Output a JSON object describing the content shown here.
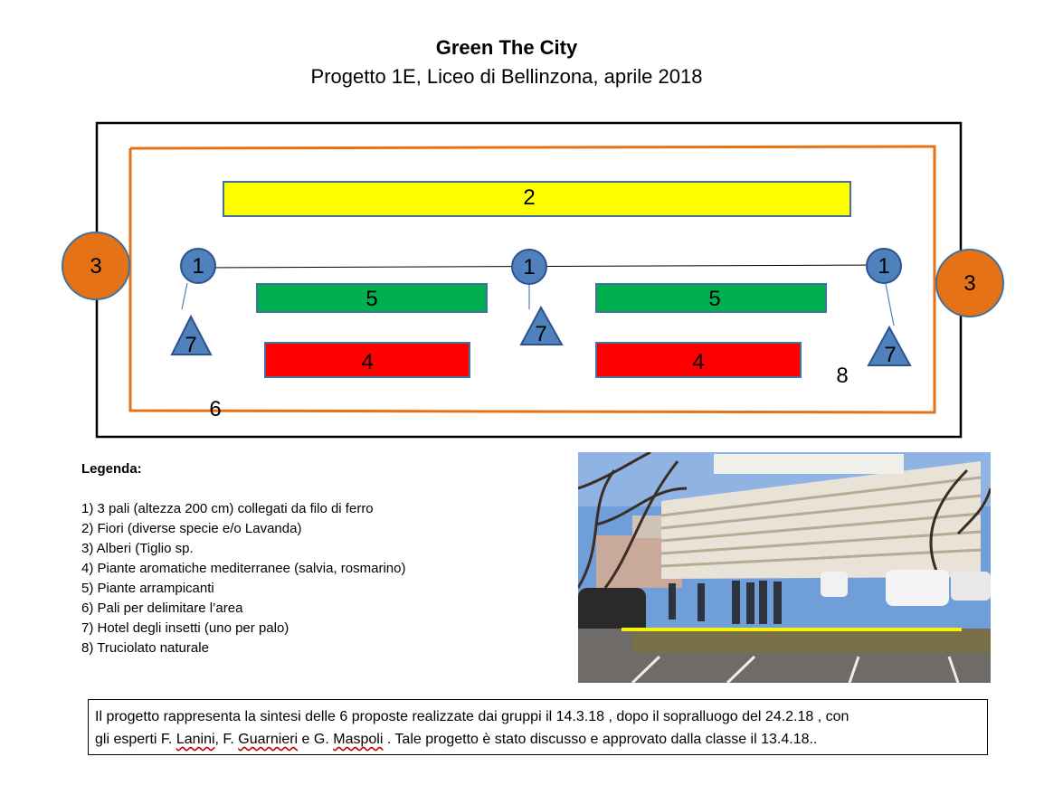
{
  "title": "Green The City",
  "subtitle": "Progetto 1E, Liceo di Bellinzona, aprile 2018",
  "plan": {
    "colors": {
      "border": "#000000",
      "area": "#e57216",
      "flowers": "#ffff00",
      "climbers": "#00b050",
      "aromatic": "#ff0000",
      "poles": "#4f81bd",
      "trees": "#e57216"
    },
    "labels": {
      "flowers": "2",
      "tree": "3",
      "pole": "1",
      "climbers": "5",
      "aromatic": "4",
      "insect_hotel": "7",
      "area_poles": "6",
      "woodchips": "8"
    }
  },
  "legend": {
    "heading": "Legenda:",
    "items": [
      "1) 3 pali (altezza 200 cm) collegati da filo di ferro",
      "2) Fiori (diverse specie e/o Lavanda)",
      "3) Alberi (Tiglio sp.",
      "4) Piante aromatiche mediterranee (salvia, rosmarino)",
      "5) Piante arrampicanti",
      "6) Pali per delimitare l’area",
      "7) Hotel degli insetti (uno per palo)",
      "8) Truciolato naturale"
    ]
  },
  "note": {
    "line1": "Il progetto rappresenta la sintesi delle 6 proposte realizzate dai gruppi il 14.3.18 , dopo il sopralluogo del 24.2.18 , con",
    "line2_a": "gli esperti F. ",
    "line2_b": "Lanini",
    "line2_c": ", F. ",
    "line2_d": "Guarnieri",
    "line2_e": " e G. ",
    "line2_f": "Maspoli",
    "line2_g": " . Tale progetto  è stato discusso e approvato dalla classe il 13.4.18.."
  }
}
